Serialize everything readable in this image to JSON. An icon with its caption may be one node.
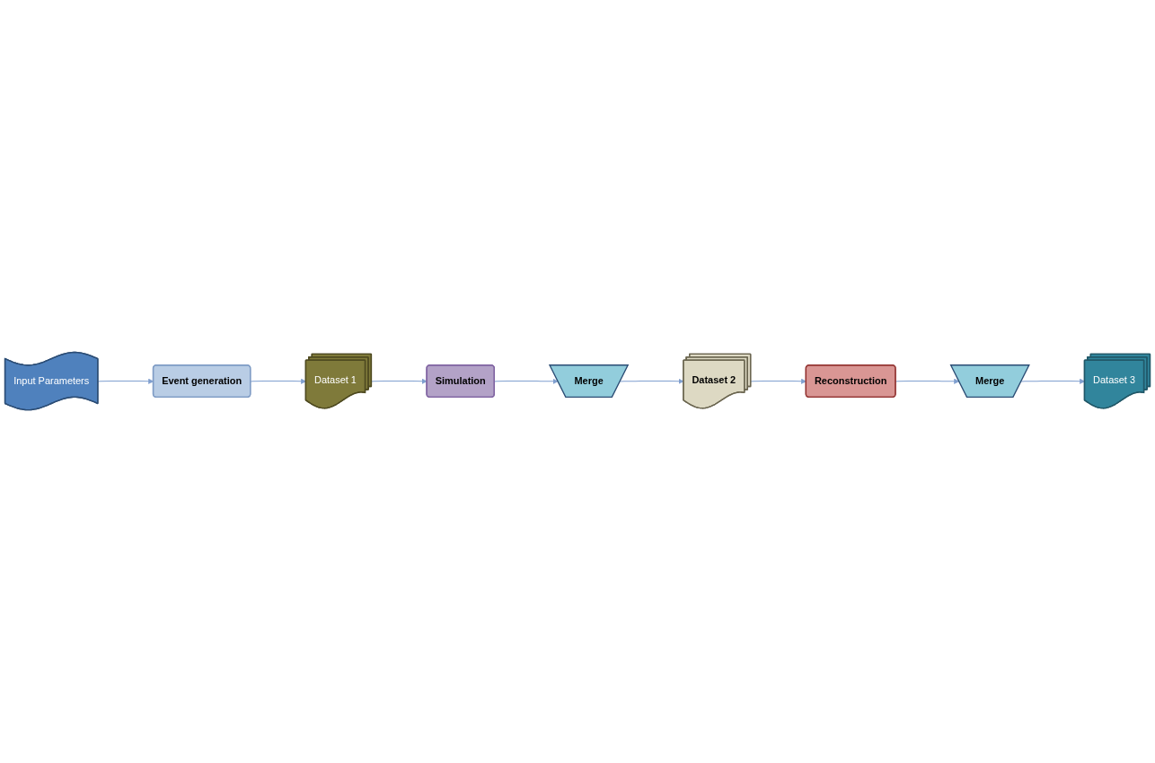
{
  "diagram": {
    "nodes": [
      {
        "text": [
          "Input Parameters"
        ]
      },
      {
        "text": [
          "Event generation"
        ]
      },
      {
        "text": [
          "Dataset 1"
        ]
      },
      {
        "text": [
          "Simulation"
        ]
      },
      {
        "text": [
          "Merge"
        ]
      },
      {
        "text": [
          "Dataset 2"
        ]
      },
      {
        "text": [
          "Reconstruction"
        ]
      },
      {
        "text": [
          "Merge"
        ]
      },
      {
        "text": [
          "Dataset 3"
        ]
      }
    ],
    "edges": [
      {
        "from": 0,
        "to": 1,
        "arrow": "to"
      },
      {
        "from": 1,
        "to": 2,
        "arrow": "to"
      },
      {
        "from": 2,
        "to": 3,
        "arrow": "to"
      },
      {
        "from": 3,
        "to": 4,
        "arrow": "to"
      },
      {
        "from": 4,
        "to": 5,
        "arrow": "to"
      },
      {
        "from": 5,
        "to": 6,
        "arrow": "to"
      },
      {
        "from": 6,
        "to": 7,
        "arrow": "to"
      },
      {
        "from": 7,
        "to": 8,
        "arrow": "to"
      }
    ]
  }
}
